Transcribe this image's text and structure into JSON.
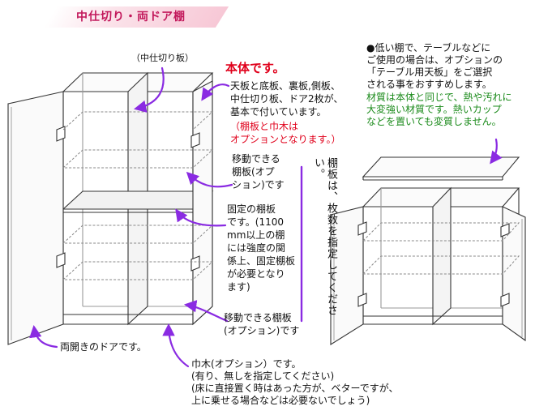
{
  "title": "中仕切り・両ドア棚",
  "labels": {
    "partition": "（中仕切り板）",
    "main_heading": "本体です。",
    "main_body": "天板と底板、裏板,側板、\n中仕切り板、ドア2枚が、\n基本で付いています。",
    "main_note": "（棚板と巾木は\nオプションとなります。）",
    "movable_upper": "移動できる\n棚板(オプ\nション)です",
    "fixed": "固定の棚板\nです。(1100\nmm以上の棚\nには強度の関\n係上、固定棚板\nが必要となり\nます)",
    "vertical": "棚板は、枚数を指定してください。",
    "movable_lower": "移動できる棚板\n(オプション)です",
    "doors": "両開きのドアです。",
    "plinth": "巾木(オプション）です。\n(有り、無しを指定してください)\n(床に直接置く時はあった方が、ベターですが、\n上に乗せる場合などは必要ないでしょう)",
    "low_note_black": "●低い棚で、テーブルなどに\nご使用の場合は、オプションの\n「テーブル用天板」をご選択\nされる事をおすすめします。",
    "low_note_green": "材質は本体と同じで、熱や汚れに\n大変強い材質です。熱いカップ\nなどを置いても変質しません。"
  },
  "colors": {
    "arrow": "#8a2be2",
    "accent_red": "#e0001b",
    "accent_green": "#1a8a1a",
    "title": "#c2185b",
    "line": "#333333",
    "shelf_dash": "#888888"
  }
}
